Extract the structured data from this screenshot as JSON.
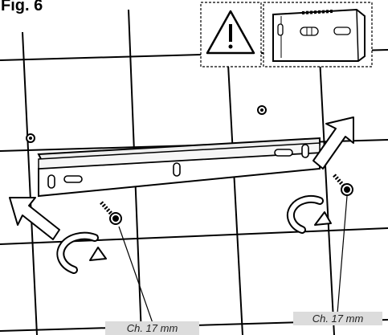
{
  "figure": {
    "title": "Fig. 6"
  },
  "callouts": {
    "left": "Ch. 17 mm",
    "right": "Ch. 17 mm"
  },
  "icons": [
    "warning-triangle-icon",
    "spirit-level-icon",
    "wall-bracket",
    "wall-screw",
    "rotation-arrow-icon",
    "direction-arrow-icon"
  ],
  "colors": {
    "line": "#000000",
    "callout_fill": "#dcdcdc",
    "arrow_fill": "#ffffff"
  }
}
